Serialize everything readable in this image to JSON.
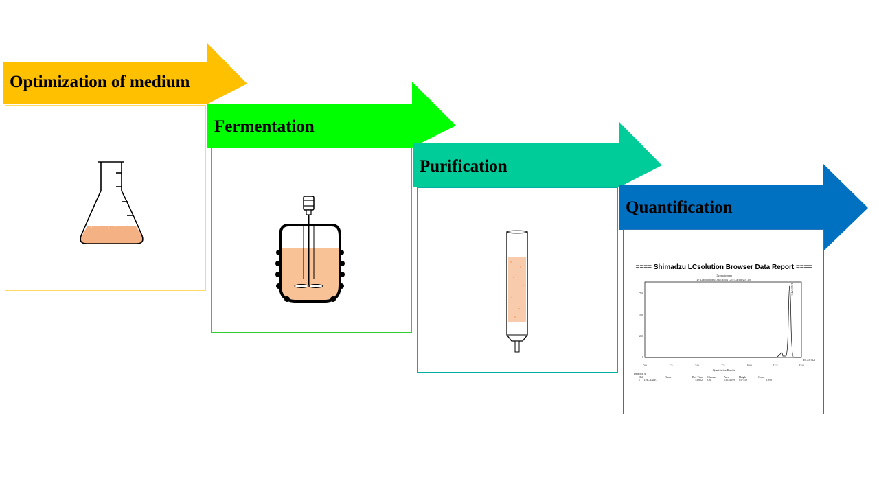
{
  "steps": [
    {
      "label": "Optimization of medium",
      "color": "#FFC000",
      "border_color": "#FFD966"
    },
    {
      "label": "Fermentation",
      "color": "#00FF00",
      "border_color": "#33CC33"
    },
    {
      "label": "Purification",
      "color": "#00CC99",
      "border_color": "#00B0A0"
    },
    {
      "label": "Quantification",
      "color": "#0070C0",
      "border_color": "#2E75B6"
    }
  ],
  "report": {
    "title": "==== Shimadzu LCsolution Browser Data Report ====",
    "chromatogram_label": "Chromatogram",
    "file_path": "D:\\LabSolutions\\Data\\Acids Lacc\\Lactate201.lcd",
    "peak_label": "LACTATE",
    "detector_label": "Detector A",
    "quant_header": "Quantitative Results",
    "y_ticks": [
      "750",
      "500",
      "250",
      "0"
    ],
    "x_ticks": [
      "0.0",
      "2.5",
      "5.0",
      "7.5",
      "10.0",
      "12.5",
      "15.0"
    ],
    "x_unit": "Det.A Ch1",
    "table_headers": [
      "ID#",
      "Name",
      "Ret. Time",
      "Channel",
      "Area",
      "Height",
      "Conc."
    ],
    "table_row": [
      "1",
      "LACTATE",
      "13.822",
      "Ch1",
      "13534599",
      "857158",
      "9.998"
    ]
  },
  "colors": {
    "broth": "#F4B183",
    "broth_light": "#F8CBAD",
    "outline": "#000000"
  },
  "icons": [
    "erlenmeyer-flask-icon",
    "bioreactor-icon",
    "chromatography-column-icon",
    "hplc-report"
  ]
}
